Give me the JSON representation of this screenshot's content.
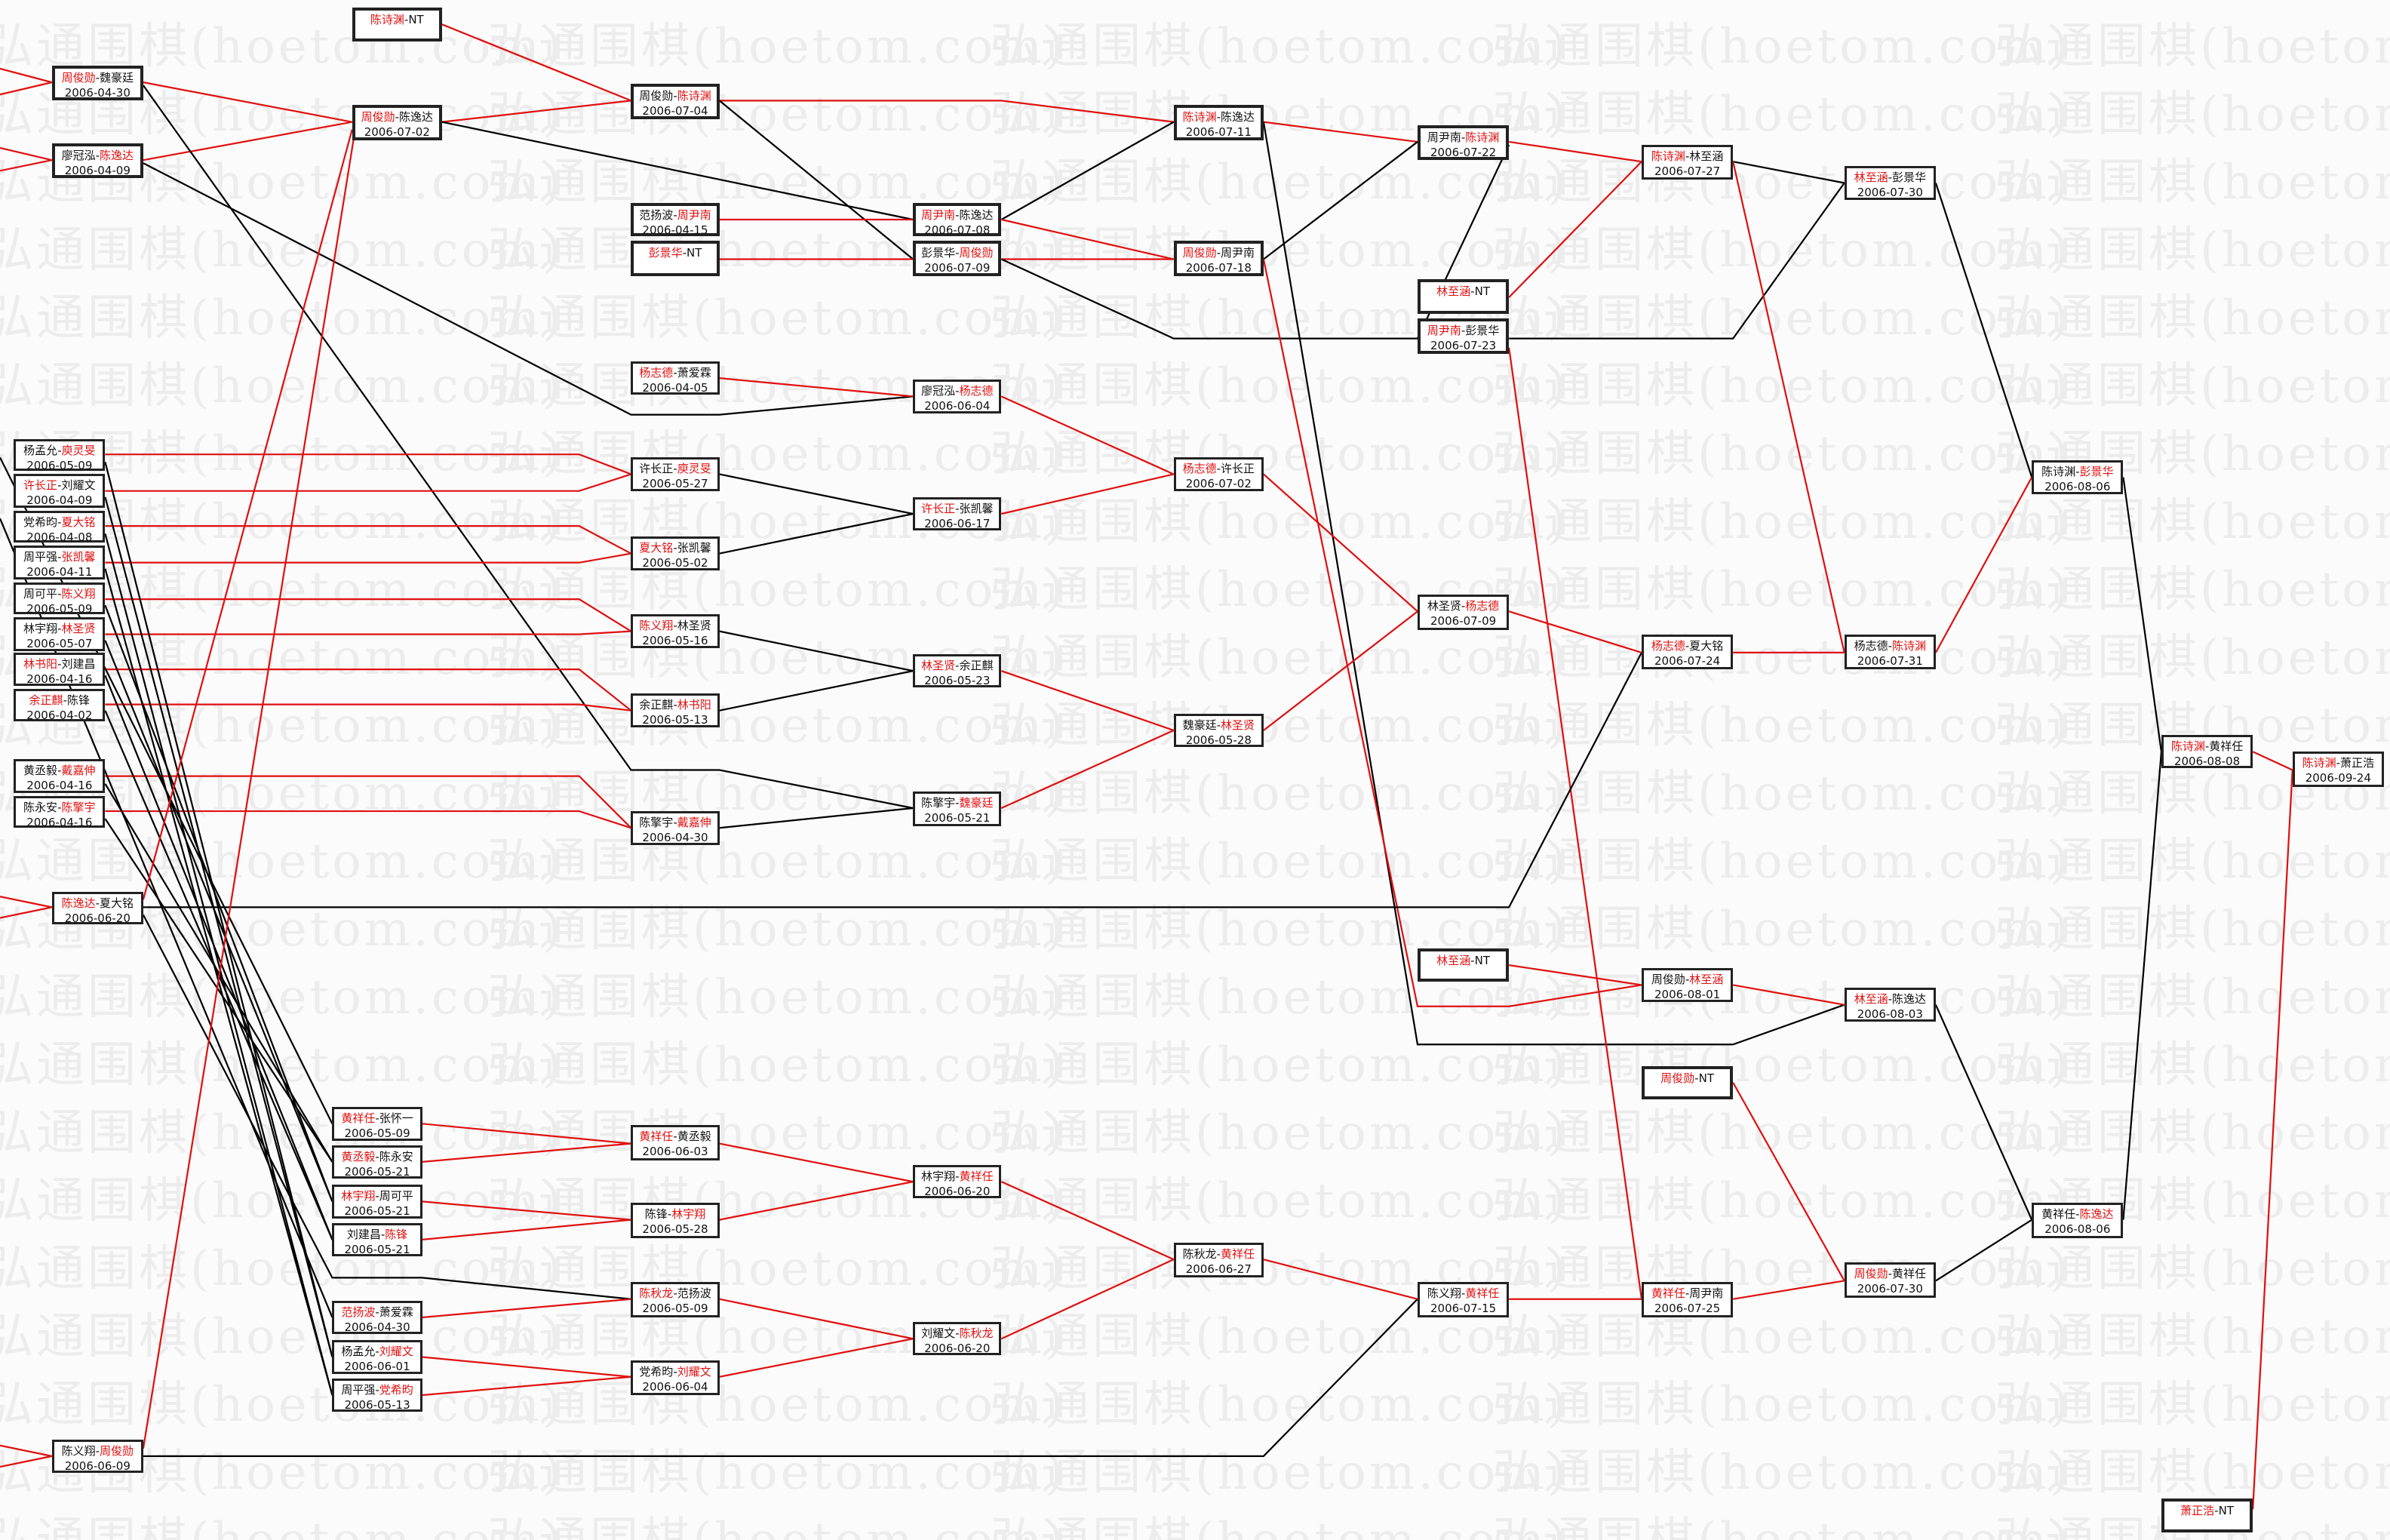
{
  "watermark": "弘通围棋(hoetom.com)",
  "separator": "-",
  "colors": {
    "winner": "#e01010",
    "line_red": "#e01010",
    "line_black": "#000000"
  },
  "matches": [
    {
      "p1": "陈诗渊",
      "p2": "NT",
      "winner": 1,
      "date": ""
    },
    {
      "p1": "周俊勋",
      "p2": "魏豪廷",
      "winner": 1,
      "date": "2006-04-30"
    },
    {
      "p1": "廖冠泓",
      "p2": "陈逸达",
      "winner": 2,
      "date": "2006-04-09"
    },
    {
      "p1": "周俊勋",
      "p2": "陈逸达",
      "winner": 1,
      "date": "2006-07-02"
    },
    {
      "p1": "周俊勋",
      "p2": "陈诗渊",
      "winner": 2,
      "date": "2006-07-04"
    },
    {
      "p1": "范扬波",
      "p2": "周尹南",
      "winner": 2,
      "date": "2006-04-15"
    },
    {
      "p1": "彭景华",
      "p2": "NT",
      "winner": 1,
      "date": ""
    },
    {
      "p1": "周尹南",
      "p2": "陈逸达",
      "winner": 1,
      "date": "2006-07-08"
    },
    {
      "p1": "彭景华",
      "p2": "周俊勋",
      "winner": 2,
      "date": "2006-07-09"
    },
    {
      "p1": "陈诗渊",
      "p2": "陈逸达",
      "winner": 1,
      "date": "2006-07-11"
    },
    {
      "p1": "周俊勋",
      "p2": "周尹南",
      "winner": 1,
      "date": "2006-07-18"
    },
    {
      "p1": "周尹南",
      "p2": "陈诗渊",
      "winner": 2,
      "date": "2006-07-22"
    },
    {
      "p1": "林至涵",
      "p2": "NT",
      "winner": 1,
      "date": ""
    },
    {
      "p1": "周尹南",
      "p2": "彭景华",
      "winner": 1,
      "date": "2006-07-23"
    },
    {
      "p1": "陈诗渊",
      "p2": "林至涵",
      "winner": 1,
      "date": "2006-07-27"
    },
    {
      "p1": "林至涵",
      "p2": "彭景华",
      "winner": 1,
      "date": "2006-07-30"
    },
    {
      "p1": "杨志德",
      "p2": "萧爱霖",
      "winner": 1,
      "date": "2006-04-05"
    },
    {
      "p1": "廖冠泓",
      "p2": "杨志德",
      "winner": 2,
      "date": "2006-06-04"
    },
    {
      "p1": "许长正",
      "p2": "庾灵旻",
      "winner": 2,
      "date": "2006-05-27"
    },
    {
      "p1": "许长正",
      "p2": "张凯馨",
      "winner": 1,
      "date": "2006-06-17"
    },
    {
      "p1": "杨志德",
      "p2": "许长正",
      "winner": 1,
      "date": "2006-07-02"
    },
    {
      "p1": "夏大铭",
      "p2": "张凯馨",
      "winner": 1,
      "date": "2006-05-02"
    },
    {
      "p1": "陈义翔",
      "p2": "林圣贤",
      "winner": 1,
      "date": "2006-05-16"
    },
    {
      "p1": "林圣贤",
      "p2": "余正麒",
      "winner": 1,
      "date": "2006-05-23"
    },
    {
      "p1": "余正麒",
      "p2": "林书阳",
      "winner": 2,
      "date": "2006-05-13"
    },
    {
      "p1": "魏豪廷",
      "p2": "林圣贤",
      "winner": 2,
      "date": "2006-05-28"
    },
    {
      "p1": "林圣贤",
      "p2": "杨志德",
      "winner": 2,
      "date": "2006-07-09"
    },
    {
      "p1": "杨志德",
      "p2": "夏大铭",
      "winner": 1,
      "date": "2006-07-24"
    },
    {
      "p1": "杨志德",
      "p2": "陈诗渊",
      "winner": 2,
      "date": "2006-07-31"
    },
    {
      "p1": "陈诗渊",
      "p2": "彭景华",
      "winner": 2,
      "date": "2006-08-06"
    },
    {
      "p1": "陈擎宇",
      "p2": "戴嘉伸",
      "winner": 2,
      "date": "2006-04-30"
    },
    {
      "p1": "陈擎宇",
      "p2": "魏豪廷",
      "winner": 2,
      "date": "2006-05-21"
    },
    {
      "p1": "陈诗渊",
      "p2": "黄祥任",
      "winner": 1,
      "date": "2006-08-08"
    },
    {
      "p1": "陈诗渊",
      "p2": "萧正浩",
      "winner": 1,
      "date": "2006-09-24"
    },
    {
      "p1": "杨孟允",
      "p2": "庾灵旻",
      "winner": 2,
      "date": "2006-05-09"
    },
    {
      "p1": "许长正",
      "p2": "刘耀文",
      "winner": 1,
      "date": "2006-04-09"
    },
    {
      "p1": "党希昀",
      "p2": "夏大铭",
      "winner": 2,
      "date": "2006-04-08"
    },
    {
      "p1": "周平强",
      "p2": "张凯馨",
      "winner": 2,
      "date": "2006-04-11"
    },
    {
      "p1": "周可平",
      "p2": "陈义翔",
      "winner": 2,
      "date": "2006-05-09"
    },
    {
      "p1": "林宇翔",
      "p2": "林圣贤",
      "winner": 2,
      "date": "2006-05-07"
    },
    {
      "p1": "林书阳",
      "p2": "刘建昌",
      "winner": 1,
      "date": "2006-04-16"
    },
    {
      "p1": "余正麒",
      "p2": "陈锋",
      "winner": 1,
      "date": "2006-04-02"
    },
    {
      "p1": "黄丞毅",
      "p2": "戴嘉伸",
      "winner": 2,
      "date": "2006-04-16"
    },
    {
      "p1": "陈永安",
      "p2": "陈擎宇",
      "winner": 2,
      "date": "2006-04-16"
    },
    {
      "p1": "陈逸达",
      "p2": "夏大铭",
      "winner": 1,
      "date": "2006-06-20"
    },
    {
      "p1": "黄祥任",
      "p2": "张怀一",
      "winner": 1,
      "date": "2006-05-09"
    },
    {
      "p1": "黄丞毅",
      "p2": "陈永安",
      "winner": 1,
      "date": "2006-05-21"
    },
    {
      "p1": "林宇翔",
      "p2": "周可平",
      "winner": 1,
      "date": "2006-05-21"
    },
    {
      "p1": "刘建昌",
      "p2": "陈锋",
      "winner": 2,
      "date": "2006-05-21"
    },
    {
      "p1": "范扬波",
      "p2": "萧爱霖",
      "winner": 1,
      "date": "2006-04-30"
    },
    {
      "p1": "杨孟允",
      "p2": "刘耀文",
      "winner": 2,
      "date": "2006-06-01"
    },
    {
      "p1": "周平强",
      "p2": "党希昀",
      "winner": 2,
      "date": "2006-05-13"
    },
    {
      "p1": "黄祥任",
      "p2": "黄丞毅",
      "winner": 1,
      "date": "2006-06-03"
    },
    {
      "p1": "陈锋",
      "p2": "林宇翔",
      "winner": 2,
      "date": "2006-05-28"
    },
    {
      "p1": "陈秋龙",
      "p2": "范扬波",
      "winner": 1,
      "date": "2006-05-09"
    },
    {
      "p1": "党希昀",
      "p2": "刘耀文",
      "winner": 2,
      "date": "2006-06-04"
    },
    {
      "p1": "林宇翔",
      "p2": "黄祥任",
      "winner": 2,
      "date": "2006-06-20"
    },
    {
      "p1": "刘耀文",
      "p2": "陈秋龙",
      "winner": 2,
      "date": "2006-06-20"
    },
    {
      "p1": "陈秋龙",
      "p2": "黄祥任",
      "winner": 2,
      "date": "2006-06-27"
    },
    {
      "p1": "陈义翔",
      "p2": "黄祥任",
      "winner": 2,
      "date": "2006-07-15"
    },
    {
      "p1": "黄祥任",
      "p2": "周尹南",
      "winner": 1,
      "date": "2006-07-25"
    },
    {
      "p1": "林至涵",
      "p2": "NT",
      "winner": 1,
      "date": ""
    },
    {
      "p1": "周俊勋",
      "p2": "林至涵",
      "winner": 2,
      "date": "2006-08-01"
    },
    {
      "p1": "林至涵",
      "p2": "陈逸达",
      "winner": 1,
      "date": "2006-08-03"
    },
    {
      "p1": "周俊勋",
      "p2": "NT",
      "winner": 1,
      "date": ""
    },
    {
      "p1": "周俊勋",
      "p2": "黄祥任",
      "winner": 1,
      "date": "2006-07-30"
    },
    {
      "p1": "黄祥任",
      "p2": "陈逸达",
      "winner": 2,
      "date": "2006-08-06"
    },
    {
      "p1": "萧正浩",
      "p2": "NT",
      "winner": 1,
      "date": ""
    },
    {
      "p1": "陈义翔",
      "p2": "周俊勋",
      "winner": 2,
      "date": "2006-06-09"
    }
  ]
}
